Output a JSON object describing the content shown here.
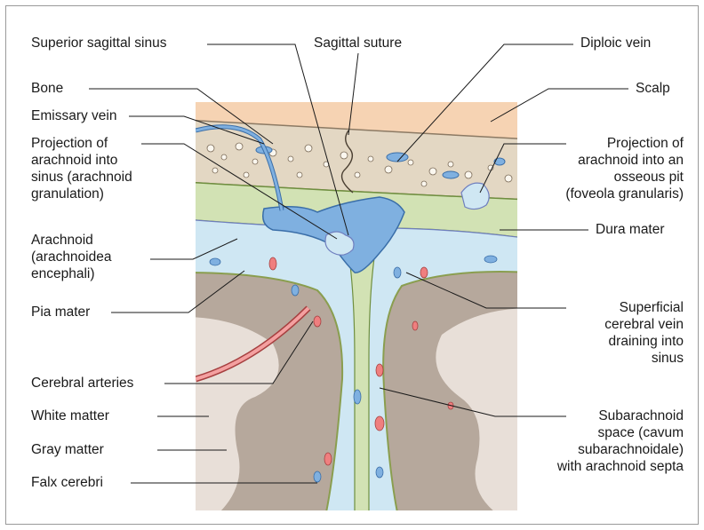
{
  "labels": {
    "superior_sagittal_sinus": "Superior sagittal sinus",
    "sagittal_suture": "Sagittal suture",
    "diploic_vein": "Diploic vein",
    "bone": "Bone",
    "scalp": "Scalp",
    "emissary_vein": "Emissary vein",
    "projection_sinus": [
      "Projection of",
      "arachnoid into",
      "sinus (arachnoid",
      "granulation)"
    ],
    "projection_pit": [
      "Projection of",
      "arachnoid into an",
      "osseous pit",
      "(foveola granularis)"
    ],
    "arachnoid": [
      "Arachnoid",
      "(arachnoidea",
      "encephali)"
    ],
    "dura_mater": "Dura mater",
    "pia_mater": "Pia mater",
    "superficial_vein": [
      "Superficial",
      "cerebral vein",
      "draining into",
      "sinus"
    ],
    "cerebral_arteries": "Cerebral arteries",
    "white_matter": "White matter",
    "gray_matter": "Gray matter",
    "falx_cerebri": "Falx cerebri",
    "subarachnoid_space": [
      "Subarachnoid",
      "space (cavum",
      "subarachnoidale)",
      "with arachnoid septa"
    ]
  },
  "colors": {
    "scalp": "#f6d3b3",
    "bone": "#e3d7c3",
    "dura": "#d2e2b4",
    "csf": "#cfe7f3",
    "vein": "#7fb0e0",
    "artery": "#ef7f7f",
    "brain": "#b6a89c",
    "white_matter": "#e8dfd8"
  }
}
